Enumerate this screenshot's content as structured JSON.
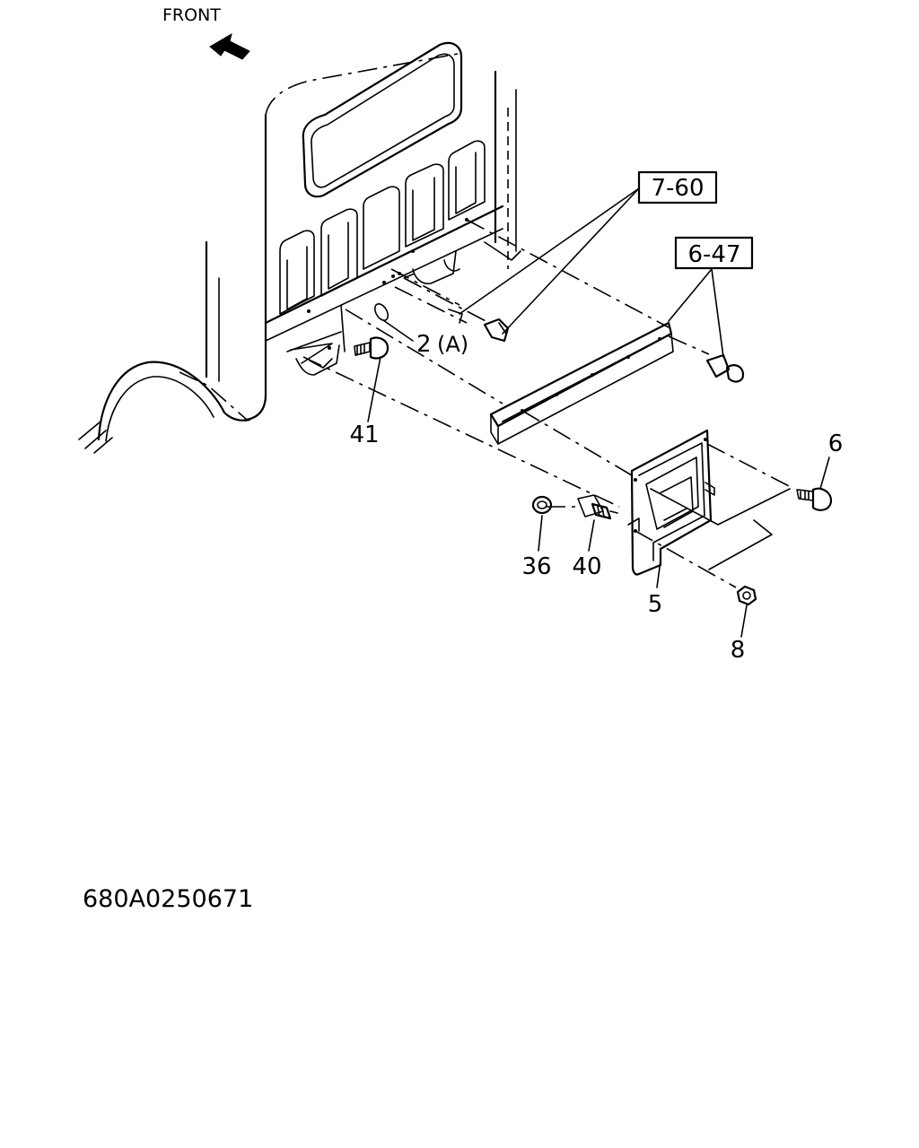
{
  "direction_label": "FRONT",
  "drawing_number": "680A0250671",
  "icons": {
    "front_arrow": "arrow-left-icon"
  },
  "callouts": {
    "ref_7_60": "7-60",
    "ref_6_47": "6-47",
    "part_2": "2",
    "part_2_suffix": "(A)",
    "part_41": "41",
    "part_6": "6",
    "part_36": "36",
    "part_40": "40",
    "part_5": "5",
    "part_8": "8"
  }
}
